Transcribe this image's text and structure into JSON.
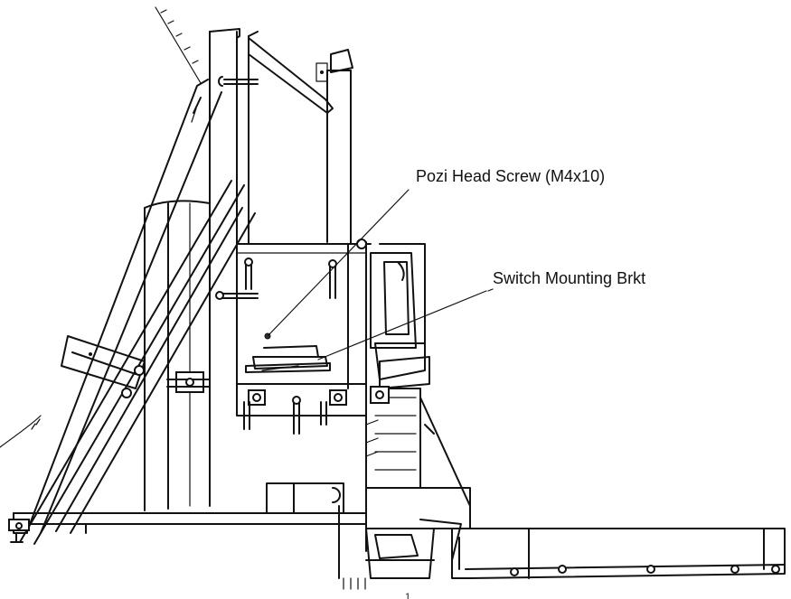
{
  "callouts": {
    "screw": "Pozi Head Screw (M4x10)",
    "bracket": "Switch Mounting Brkt"
  },
  "figure_number": "1"
}
